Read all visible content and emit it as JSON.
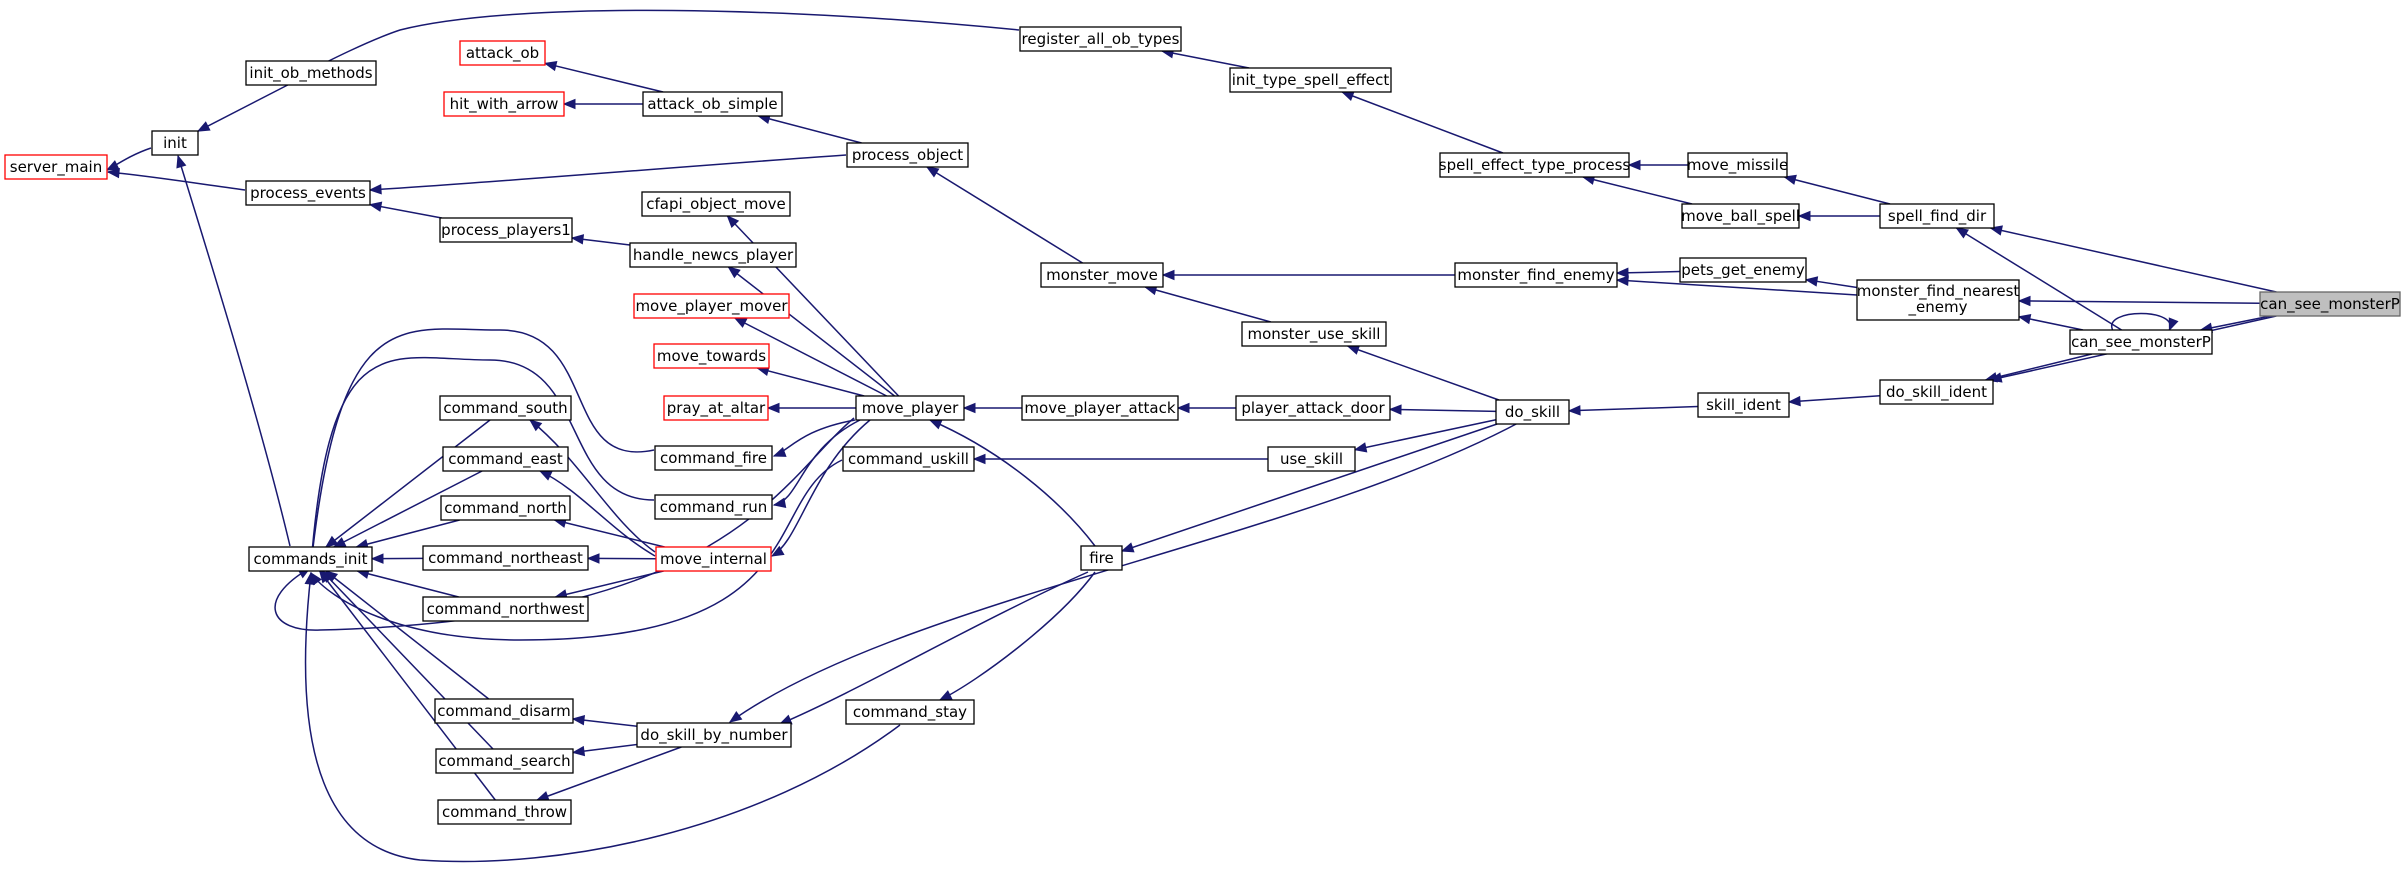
{
  "diagram": {
    "type": "call-graph",
    "target": "can_see_monsterP",
    "colors": {
      "edge": "#191970",
      "node_border": "#000000",
      "truncated_border": "#ff0000",
      "target_fill": "#bfbfbf"
    },
    "nodes": [
      {
        "id": "can_see_monsterP",
        "label": "can_see_monsterP",
        "kind": "focus"
      },
      {
        "id": "spell_find_dir",
        "label": "spell_find_dir",
        "kind": "normal"
      },
      {
        "id": "monster_find_nearest_enemy",
        "label": "monster_find_nearest",
        "label2": "_enemy",
        "kind": "normal"
      },
      {
        "id": "can_see_monsterP_self",
        "label": "can_see_monsterP",
        "kind": "normal"
      },
      {
        "id": "do_skill_ident",
        "label": "do_skill_ident",
        "kind": "normal"
      },
      {
        "id": "move_missile",
        "label": "move_missile",
        "kind": "normal"
      },
      {
        "id": "move_ball_spell",
        "label": "move_ball_spell",
        "kind": "normal"
      },
      {
        "id": "spell_effect_type_process",
        "label": "spell_effect_type_process",
        "kind": "normal"
      },
      {
        "id": "init_type_spell_effect",
        "label": "init_type_spell_effect",
        "kind": "normal"
      },
      {
        "id": "register_all_ob_types",
        "label": "register_all_ob_types",
        "kind": "normal"
      },
      {
        "id": "init_ob_methods",
        "label": "init_ob_methods",
        "kind": "normal"
      },
      {
        "id": "init",
        "label": "init",
        "kind": "normal"
      },
      {
        "id": "server_main",
        "label": "server_main",
        "kind": "truncated"
      },
      {
        "id": "pets_get_enemy",
        "label": "pets_get_enemy",
        "kind": "normal"
      },
      {
        "id": "monster_find_enemy",
        "label": "monster_find_enemy",
        "kind": "normal"
      },
      {
        "id": "monster_move",
        "label": "monster_move",
        "kind": "normal"
      },
      {
        "id": "process_object",
        "label": "process_object",
        "kind": "normal"
      },
      {
        "id": "attack_ob_simple",
        "label": "attack_ob_simple",
        "kind": "normal"
      },
      {
        "id": "attack_ob",
        "label": "attack_ob",
        "kind": "truncated"
      },
      {
        "id": "hit_with_arrow",
        "label": "hit_with_arrow",
        "kind": "truncated"
      },
      {
        "id": "process_events",
        "label": "process_events",
        "kind": "normal"
      },
      {
        "id": "skill_ident",
        "label": "skill_ident",
        "kind": "normal"
      },
      {
        "id": "do_skill",
        "label": "do_skill",
        "kind": "normal"
      },
      {
        "id": "monster_use_skill",
        "label": "monster_use_skill",
        "kind": "normal"
      },
      {
        "id": "player_attack_door",
        "label": "player_attack_door",
        "kind": "normal"
      },
      {
        "id": "use_skill",
        "label": "use_skill",
        "kind": "normal"
      },
      {
        "id": "fire",
        "label": "fire",
        "kind": "normal"
      },
      {
        "id": "move_player_attack",
        "label": "move_player_attack",
        "kind": "normal"
      },
      {
        "id": "move_player",
        "label": "move_player",
        "kind": "normal"
      },
      {
        "id": "command_uskill",
        "label": "command_uskill",
        "kind": "normal"
      },
      {
        "id": "command_stay",
        "label": "command_stay",
        "kind": "normal"
      },
      {
        "id": "do_skill_by_number",
        "label": "do_skill_by_number",
        "kind": "normal"
      },
      {
        "id": "cfapi_object_move",
        "label": "cfapi_object_move",
        "kind": "normal"
      },
      {
        "id": "handle_newcs_player",
        "label": "handle_newcs_player",
        "kind": "normal"
      },
      {
        "id": "process_players1",
        "label": "process_players1",
        "kind": "normal"
      },
      {
        "id": "move_player_mover",
        "label": "move_player_mover",
        "kind": "truncated"
      },
      {
        "id": "move_towards",
        "label": "move_towards",
        "kind": "truncated"
      },
      {
        "id": "pray_at_altar",
        "label": "pray_at_altar",
        "kind": "truncated"
      },
      {
        "id": "command_fire",
        "label": "command_fire",
        "kind": "normal"
      },
      {
        "id": "command_run",
        "label": "command_run",
        "kind": "normal"
      },
      {
        "id": "move_internal",
        "label": "move_internal",
        "kind": "truncated"
      },
      {
        "id": "command_south",
        "label": "command_south",
        "kind": "normal"
      },
      {
        "id": "command_east",
        "label": "command_east",
        "kind": "normal"
      },
      {
        "id": "command_north",
        "label": "command_north",
        "kind": "normal"
      },
      {
        "id": "command_northeast",
        "label": "command_northeast",
        "kind": "normal"
      },
      {
        "id": "command_northwest",
        "label": "command_northwest",
        "kind": "normal"
      },
      {
        "id": "commands_init",
        "label": "commands_init",
        "kind": "normal"
      },
      {
        "id": "command_disarm",
        "label": "command_disarm",
        "kind": "normal"
      },
      {
        "id": "command_search",
        "label": "command_search",
        "kind": "normal"
      },
      {
        "id": "command_throw",
        "label": "command_throw",
        "kind": "normal"
      }
    ],
    "edges": [
      {
        "from": "can_see_monsterP",
        "to": "spell_find_dir"
      },
      {
        "from": "can_see_monsterP",
        "to": "monster_find_nearest_enemy"
      },
      {
        "from": "can_see_monsterP",
        "to": "can_see_monsterP_self"
      },
      {
        "from": "can_see_monsterP",
        "to": "do_skill_ident"
      },
      {
        "from": "can_see_monsterP_self",
        "to": "can_see_monsterP_self"
      },
      {
        "from": "can_see_monsterP_self",
        "to": "spell_find_dir"
      },
      {
        "from": "can_see_monsterP_self",
        "to": "monster_find_nearest_enemy"
      },
      {
        "from": "can_see_monsterP_self",
        "to": "do_skill_ident"
      },
      {
        "from": "spell_find_dir",
        "to": "move_missile"
      },
      {
        "from": "spell_find_dir",
        "to": "move_ball_spell"
      },
      {
        "from": "move_missile",
        "to": "spell_effect_type_process"
      },
      {
        "from": "move_ball_spell",
        "to": "spell_effect_type_process"
      },
      {
        "from": "spell_effect_type_process",
        "to": "init_type_spell_effect"
      },
      {
        "from": "init_type_spell_effect",
        "to": "register_all_ob_types"
      },
      {
        "from": "register_all_ob_types",
        "to": "init_ob_methods"
      },
      {
        "from": "init_ob_methods",
        "to": "init"
      },
      {
        "from": "init",
        "to": "server_main"
      },
      {
        "from": "monster_find_nearest_enemy",
        "to": "pets_get_enemy"
      },
      {
        "from": "monster_find_nearest_enemy",
        "to": "monster_find_enemy"
      },
      {
        "from": "pets_get_enemy",
        "to": "monster_find_enemy"
      },
      {
        "from": "monster_find_enemy",
        "to": "monster_move"
      },
      {
        "from": "monster_move",
        "to": "process_object"
      },
      {
        "from": "process_object",
        "to": "attack_ob_simple"
      },
      {
        "from": "process_object",
        "to": "process_events"
      },
      {
        "from": "attack_ob_simple",
        "to": "attack_ob"
      },
      {
        "from": "attack_ob_simple",
        "to": "hit_with_arrow"
      },
      {
        "from": "process_events",
        "to": "server_main"
      },
      {
        "from": "do_skill_ident",
        "to": "skill_ident"
      },
      {
        "from": "skill_ident",
        "to": "do_skill"
      },
      {
        "from": "do_skill",
        "to": "monster_use_skill"
      },
      {
        "from": "do_skill",
        "to": "player_attack_door"
      },
      {
        "from": "do_skill",
        "to": "use_skill"
      },
      {
        "from": "do_skill",
        "to": "fire"
      },
      {
        "from": "do_skill",
        "to": "do_skill_by_number"
      },
      {
        "from": "monster_use_skill",
        "to": "monster_move"
      },
      {
        "from": "player_attack_door",
        "to": "move_player_attack"
      },
      {
        "from": "move_player_attack",
        "to": "move_player"
      },
      {
        "from": "use_skill",
        "to": "command_uskill"
      },
      {
        "from": "fire",
        "to": "move_player"
      },
      {
        "from": "fire",
        "to": "command_stay"
      },
      {
        "from": "fire",
        "to": "do_skill_by_number"
      },
      {
        "from": "move_player",
        "to": "cfapi_object_move"
      },
      {
        "from": "move_player",
        "to": "handle_newcs_player"
      },
      {
        "from": "move_player",
        "to": "move_player_mover"
      },
      {
        "from": "move_player",
        "to": "move_towards"
      },
      {
        "from": "move_player",
        "to": "pray_at_altar"
      },
      {
        "from": "move_player",
        "to": "command_fire"
      },
      {
        "from": "move_player",
        "to": "command_run"
      },
      {
        "from": "move_player",
        "to": "move_internal"
      },
      {
        "from": "move_player",
        "to": "commands_init"
      },
      {
        "from": "handle_newcs_player",
        "to": "process_players1"
      },
      {
        "from": "process_players1",
        "to": "process_events"
      },
      {
        "from": "command_fire",
        "to": "commands_init"
      },
      {
        "from": "command_run",
        "to": "commands_init"
      },
      {
        "from": "command_uskill",
        "to": "commands_init"
      },
      {
        "from": "command_stay",
        "to": "commands_init"
      },
      {
        "from": "move_internal",
        "to": "command_south"
      },
      {
        "from": "move_internal",
        "to": "command_east"
      },
      {
        "from": "move_internal",
        "to": "command_north"
      },
      {
        "from": "move_internal",
        "to": "command_northeast"
      },
      {
        "from": "move_internal",
        "to": "command_northwest"
      },
      {
        "from": "command_south",
        "to": "commands_init"
      },
      {
        "from": "command_east",
        "to": "commands_init"
      },
      {
        "from": "command_north",
        "to": "commands_init"
      },
      {
        "from": "command_northeast",
        "to": "commands_init"
      },
      {
        "from": "command_northwest",
        "to": "commands_init"
      },
      {
        "from": "do_skill_by_number",
        "to": "command_disarm"
      },
      {
        "from": "do_skill_by_number",
        "to": "command_search"
      },
      {
        "from": "do_skill_by_number",
        "to": "command_throw"
      },
      {
        "from": "command_disarm",
        "to": "commands_init"
      },
      {
        "from": "command_search",
        "to": "commands_init"
      },
      {
        "from": "command_throw",
        "to": "commands_init"
      },
      {
        "from": "commands_init",
        "to": "init"
      }
    ]
  }
}
